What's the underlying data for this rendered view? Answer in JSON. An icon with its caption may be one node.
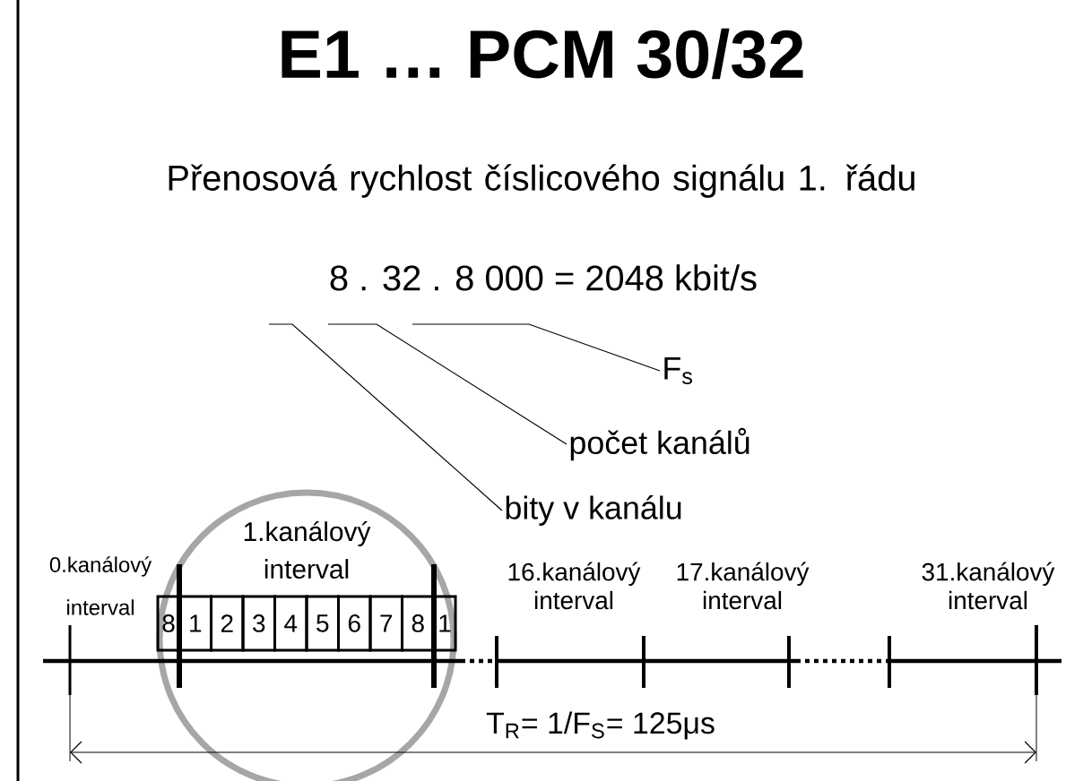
{
  "diagram": {
    "title": "E1 … PCM 30/32",
    "nodes": [
      {
        "text": [
          "bity v kanálu"
        ]
      },
      {
        "text": [
          "počet kanálů"
        ]
      },
      {
        "text": [
          "F$_{s}$"
        ]
      }
    ],
    "edges": [
      {
        "from": 0,
        "to": null,
        "arrow": "none"
      },
      {
        "from": 1,
        "to": null,
        "arrow": "none"
      },
      {
        "from": 2,
        "to": null,
        "arrow": "none"
      }
    ],
    "labels": [
      "Přenosová rychlost číslicového signálu 1. řádu",
      "8 . 32 . 8 000 = 2048 kbit/s",
      "1.kanálový interval",
      "0.kanálový interval",
      "16.kanálový interval",
      "17.kanálový interval",
      "31.kanálový interval",
      "8",
      "1",
      "2",
      "3",
      "4",
      "5",
      "6",
      "7",
      "8",
      "1",
      "T$_{R}$= 1/F$_{S}$= 125μs"
    ]
  }
}
